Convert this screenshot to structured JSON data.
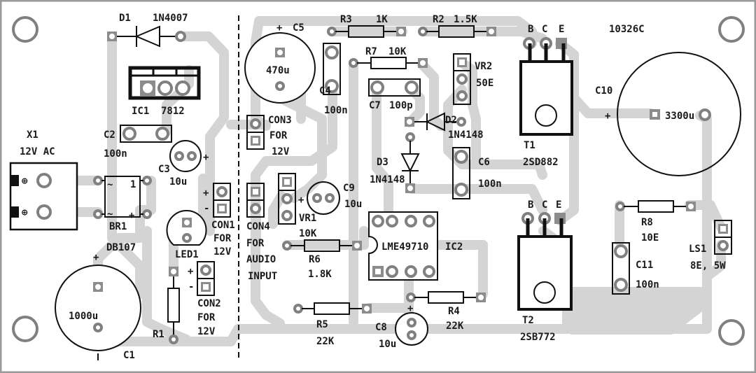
{
  "board": {
    "code": "10326C",
    "colors": {
      "trace": "#d4d4d4",
      "pad": "#808080",
      "silkscreen": "#111111",
      "background": "#ffffff",
      "border": "#9a9a9a"
    }
  },
  "components": {
    "d1": {
      "ref": "D1",
      "value": "1N4007"
    },
    "ic1": {
      "ref": "IC1",
      "value": "7812"
    },
    "x1": {
      "ref": "X1",
      "value": "12V AC"
    },
    "c2": {
      "ref": "C2",
      "value": "100n"
    },
    "c3": {
      "ref": "C3",
      "value": "10u",
      "polarity": "+"
    },
    "br1": {
      "ref": "BR1",
      "value": "DB107",
      "pins": [
        "~",
        "1",
        "~",
        "+"
      ]
    },
    "c1": {
      "ref": "C1",
      "value": "1000u",
      "polarity": "+"
    },
    "led1": {
      "ref": "LED1"
    },
    "r1": {
      "ref": "R1"
    },
    "con1": {
      "ref": "CON1",
      "desc1": "FOR",
      "desc2": "12V",
      "plus": "+",
      "minus": "-"
    },
    "con2": {
      "ref": "CON2",
      "desc1": "FOR",
      "desc2": "12V",
      "plus": "+",
      "minus": "-"
    },
    "c5": {
      "ref": "C5",
      "value": "470u",
      "polarity": "+"
    },
    "c4": {
      "ref": "C4",
      "value": "100n"
    },
    "con3": {
      "ref": "CON3",
      "desc1": "FOR",
      "desc2": "12V"
    },
    "con4": {
      "ref": "CON4",
      "desc1": "FOR",
      "desc2": "AUDIO",
      "desc3": "INPUT"
    },
    "vr1": {
      "ref": "VR1",
      "value": "10K"
    },
    "c9": {
      "ref": "C9",
      "value": "10u",
      "polarity": "+"
    },
    "r3": {
      "ref": "R3",
      "value": "1K"
    },
    "r2": {
      "ref": "R2",
      "value": "1.5K"
    },
    "r7": {
      "ref": "R7",
      "value": "10K"
    },
    "c7": {
      "ref": "C7",
      "value": "100p"
    },
    "vr2": {
      "ref": "VR2",
      "value": "50E"
    },
    "d2": {
      "ref": "D2",
      "value": "1N4148"
    },
    "d3": {
      "ref": "D3",
      "value": "1N4148"
    },
    "c6": {
      "ref": "C6",
      "value": "100n"
    },
    "r6": {
      "ref": "R6",
      "value": "1.8K"
    },
    "ic2": {
      "ref": "IC2",
      "value": "LME49710"
    },
    "r5": {
      "ref": "R5",
      "value": "22K"
    },
    "r4": {
      "ref": "R4",
      "value": "22K"
    },
    "c8": {
      "ref": "C8",
      "value": "10u",
      "polarity": "+"
    },
    "t1": {
      "ref": "T1",
      "value": "2SD882",
      "pins": [
        "B",
        "C",
        "E"
      ]
    },
    "t2": {
      "ref": "T2",
      "value": "2SB772",
      "pins": [
        "B",
        "C",
        "E"
      ]
    },
    "c10": {
      "ref": "C10",
      "value": "3300u",
      "polarity": "+"
    },
    "r8": {
      "ref": "R8",
      "value": "10E"
    },
    "c11": {
      "ref": "C11",
      "value": "100n"
    },
    "ls1": {
      "ref": "LS1",
      "value": "8E, 5W"
    }
  }
}
